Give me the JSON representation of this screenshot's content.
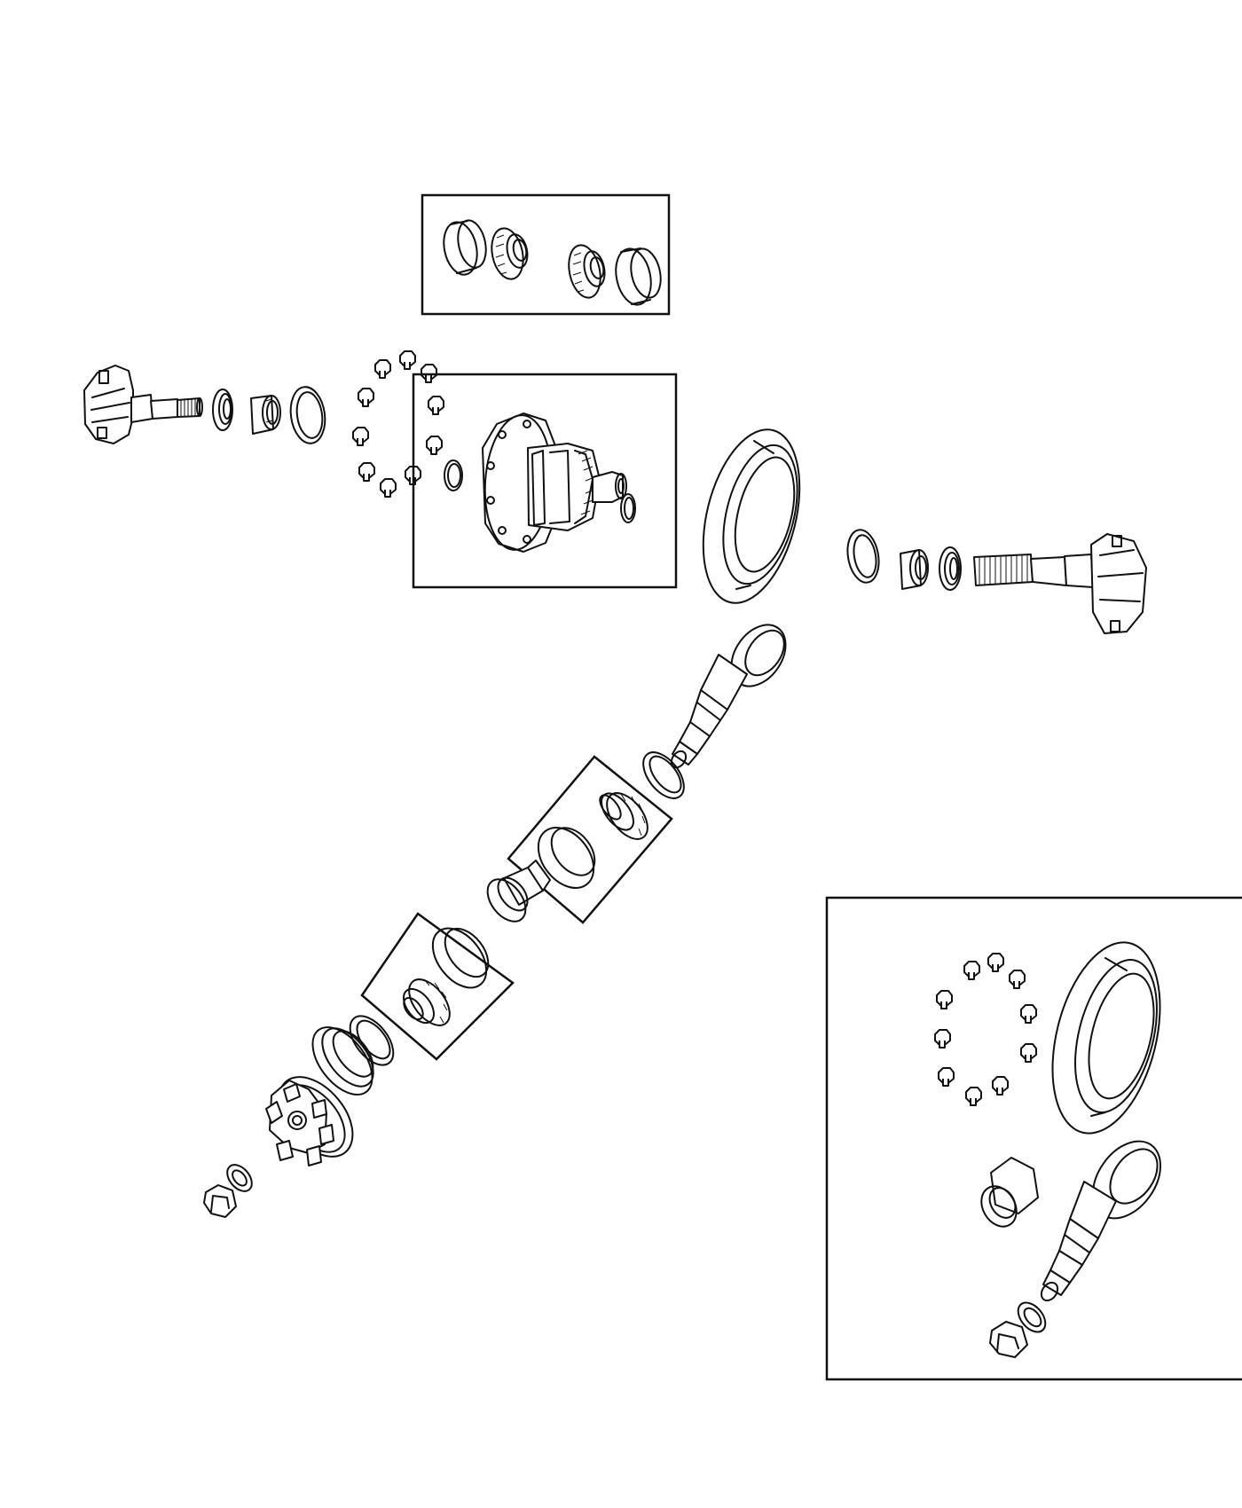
{
  "diagram": {
    "type": "exploded-parts-diagram",
    "subject": "differential-axle-assembly",
    "colors": {
      "line": "#111111",
      "background": "#ffffff"
    },
    "boxes": [
      "bearing-cup-cone-kit",
      "differential-case-assembly",
      "pinion-bearing-kit-upper",
      "pinion-bearing-kit-lower",
      "ring-and-pinion-gear-set"
    ]
  }
}
